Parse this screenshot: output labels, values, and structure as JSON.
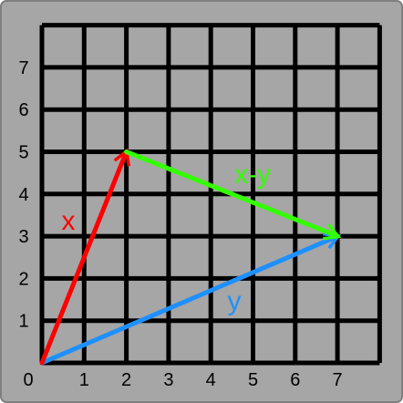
{
  "chart_data": {
    "type": "diagram",
    "xlim": [
      0,
      8
    ],
    "ylim": [
      0,
      8
    ],
    "grid": true,
    "origin_label": "0",
    "x_ticks": [
      "1",
      "2",
      "3",
      "4",
      "5",
      "6",
      "7"
    ],
    "y_ticks": [
      "1",
      "2",
      "3",
      "4",
      "5",
      "6",
      "7"
    ],
    "vectors": [
      {
        "label": "x",
        "from": [
          0,
          0
        ],
        "to": [
          2,
          5
        ],
        "color": "#ff0000"
      },
      {
        "label": "y",
        "from": [
          0,
          0
        ],
        "to": [
          7,
          3
        ],
        "color": "#1e90ff"
      },
      {
        "label": "x-y",
        "from": [
          2,
          5
        ],
        "to": [
          7,
          3
        ],
        "color": "#33ff00"
      }
    ]
  },
  "colors": {
    "page_background": "#a6a6a6",
    "page_border": "#7f7f7f",
    "grid": "#000000"
  }
}
